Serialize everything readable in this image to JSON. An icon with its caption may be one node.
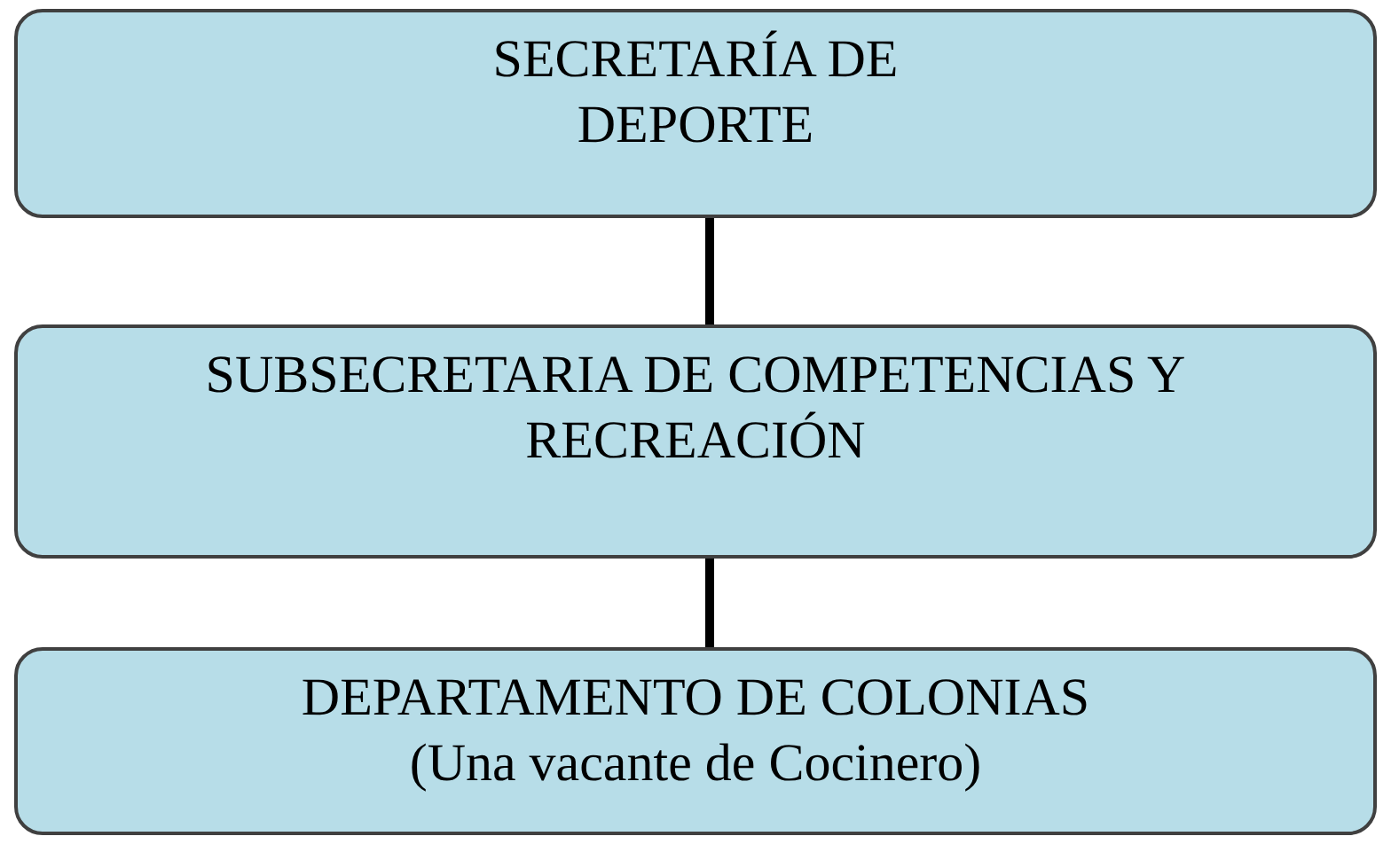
{
  "diagram": {
    "nodes": [
      {
        "text": [
          "SECRETARÍA DE DEPORTE"
        ]
      },
      {
        "text": [
          "SUBSECRETARIA DE COMPETENCIAS Y RECREACIÓN"
        ]
      },
      {
        "text": [
          "DEPARTAMENTO DE COLONIAS",
          "(Una vacante de Cocinero)"
        ]
      }
    ],
    "edges": [
      {
        "from": 0,
        "to": 1,
        "arrow": "none"
      },
      {
        "from": 1,
        "to": 2,
        "arrow": "none"
      }
    ]
  }
}
